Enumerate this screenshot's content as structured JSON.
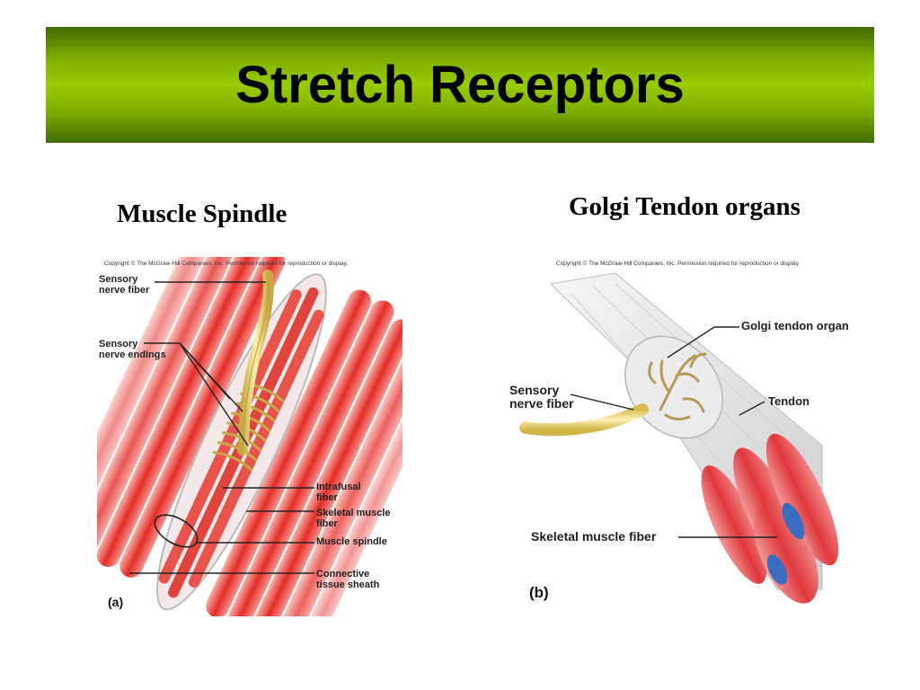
{
  "slide": {
    "title": "Stretch Receptors",
    "left_heading": "Muscle Spindle",
    "right_heading": "Golgi Tendon organs"
  },
  "panel_a": {
    "copyright": "Copyright © The McGraw-Hill Companies, Inc. Permission required for reproduction or display.",
    "letter": "(a)",
    "labels": {
      "sensory_fiber": "Sensory\nnerve fiber",
      "nerve_endings": "Sensory\nnerve endings",
      "intrafusal": "Intrafusal\nfiber",
      "skeletal": "Skeletal muscle\nfiber",
      "spindle": "Muscle spindle",
      "sheath": "Connective\ntissue sheath"
    }
  },
  "panel_b": {
    "copyright": "Copyright © The McGraw-Hill Companies, Inc. Permission required for reproduction or display.",
    "letter": "(b)",
    "labels": {
      "gto": "Golgi tendon organ",
      "sensory_fiber": "Sensory\nnerve fiber",
      "tendon": "Tendon",
      "skeletal": "Skeletal muscle fiber"
    }
  },
  "colors": {
    "title_bar": "#99cc00",
    "muscle_red": "#e53030",
    "nerve_yellow": "#f2dc7a",
    "tendon_gray": "#e4e4e4"
  }
}
